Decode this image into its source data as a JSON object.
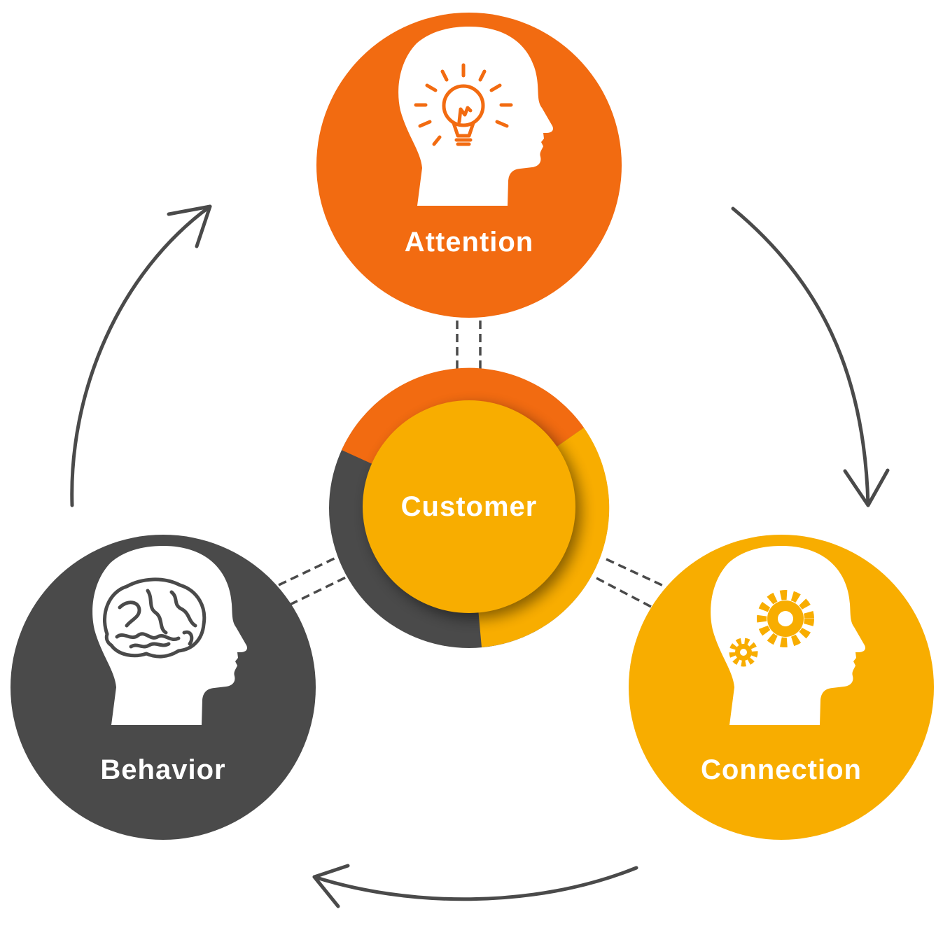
{
  "diagram": {
    "center": {
      "label": "Customer"
    },
    "nodes": [
      {
        "id": "attention",
        "label": "Attention",
        "icon": "head-lightbulb-icon",
        "color": "#f26b11"
      },
      {
        "id": "connection",
        "label": "Connection",
        "icon": "head-gears-icon",
        "color": "#f8ad00"
      },
      {
        "id": "behavior",
        "label": "Behavior",
        "icon": "head-brain-icon",
        "color": "#4a4a4a"
      }
    ],
    "cycle": [
      "Attention",
      "Connection",
      "Behavior"
    ],
    "colors": {
      "orange": "#f26b11",
      "yellow": "#f8ad00",
      "gray": "#4a4a4a",
      "white": "#ffffff"
    }
  }
}
